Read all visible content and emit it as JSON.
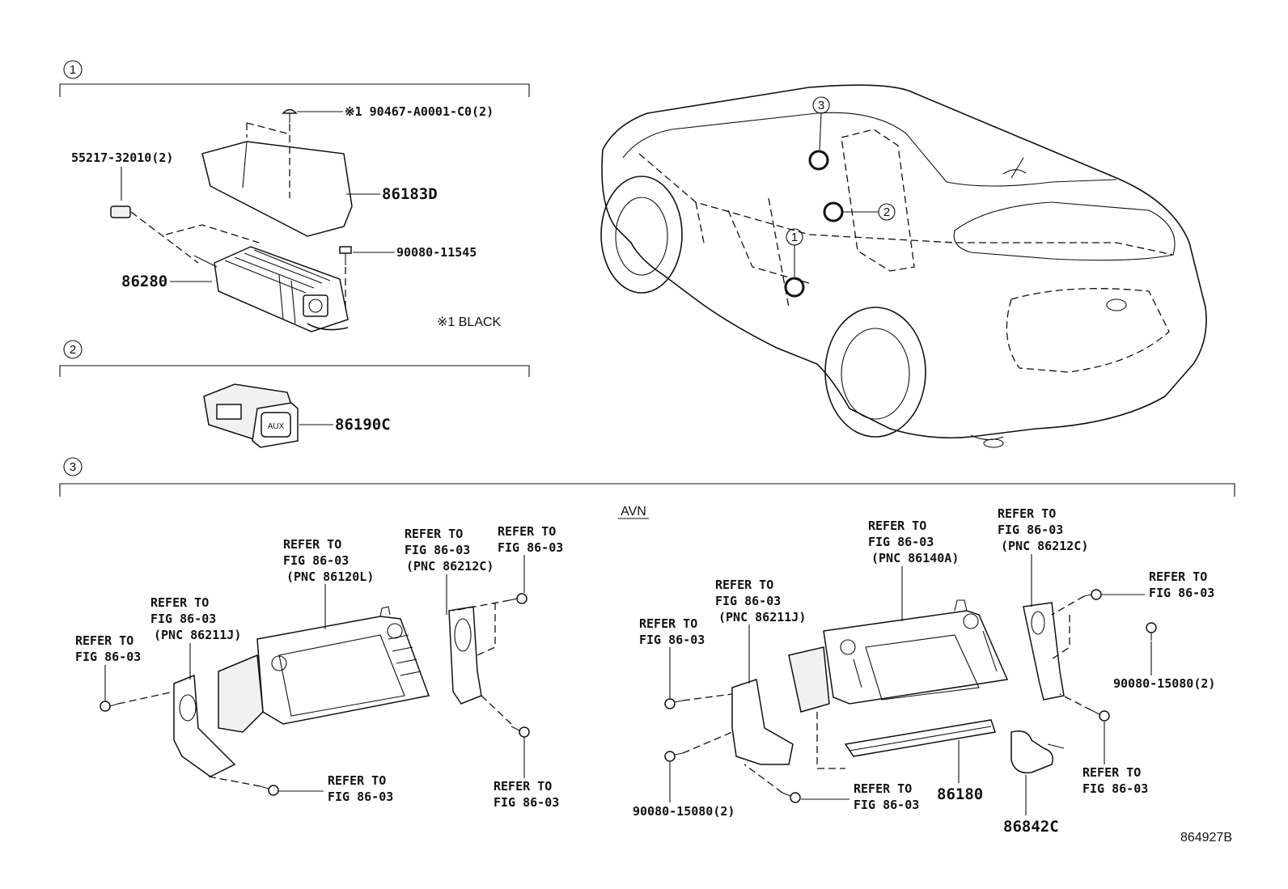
{
  "sections": {
    "s1": {
      "number": "1"
    },
    "s2": {
      "number": "2"
    },
    "s3": {
      "number": "3",
      "heading": "AVN"
    }
  },
  "parts": {
    "amp_screw": "※1 90467-A0001-C0(2)",
    "clip_55217": "55217-32010(2)",
    "cover_86183d": "86183D",
    "bolt_90080_11545": "90080-11545",
    "amp_86280": "86280",
    "note_black": "※1 BLACK",
    "aux_86190c": "86190C",
    "aux_button": "AUX",
    "bracket_86180": "86180",
    "harness_86842c": "86842C",
    "bolt_15080_left": "90080-15080(2)",
    "bolt_15080_right": "90080-15080(2)"
  },
  "refer": {
    "refer_to": "REFER TO",
    "fig": "FIG 86-03",
    "pnc_86120l": "(PNC 86120L)",
    "pnc_86212c": "(PNC 86212C)",
    "pnc_86211j": "(PNC 86211J)",
    "pnc_86140a": "(PNC 86140A)"
  },
  "car_callouts": [
    "3",
    "2",
    "1"
  ],
  "illustration_id": "864927B"
}
